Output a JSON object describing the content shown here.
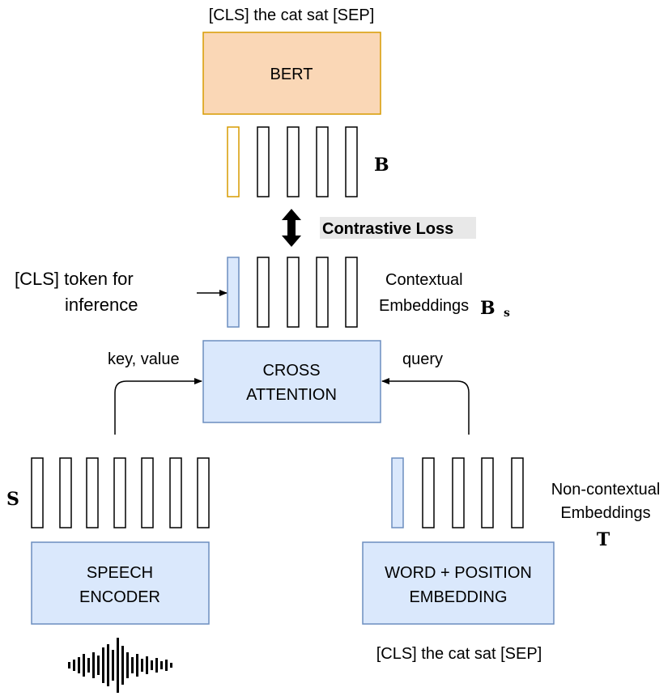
{
  "colors": {
    "bert_fill": "#FAD7B6",
    "bert_stroke": "#D79B00",
    "blue_fill": "#DAE8FC",
    "blue_stroke": "#6C8EBF",
    "loss_highlight": "#E8E8E8",
    "line": "#000000"
  },
  "bert_block": {
    "input_text": "[CLS] the cat sat [SEP]",
    "label": "BERT",
    "embeddings_symbol": "B"
  },
  "loss": {
    "label": "Contrastive Loss"
  },
  "contextual": {
    "cls_note_line1": "[CLS] token for",
    "cls_note_line2": "inference",
    "label_line1": "Contextual",
    "label_line2": "Embeddings",
    "symbol": "B",
    "symbol_subscript": "s"
  },
  "cross_attention": {
    "line1": "CROSS",
    "line2": "ATTENTION",
    "left_input_label": "key, value",
    "right_input_label": "query"
  },
  "speech_encoder": {
    "symbol": "S",
    "line1": "SPEECH",
    "line2": "ENCODER",
    "waveform_icon": "audio-waveform-icon"
  },
  "word_embedding": {
    "line1": "WORD + POSITION",
    "line2": "EMBEDDING",
    "label_line1": "Non-contextual",
    "label_line2": "Embeddings",
    "symbol": "T",
    "input_text": "[CLS] the cat sat [SEP]"
  }
}
